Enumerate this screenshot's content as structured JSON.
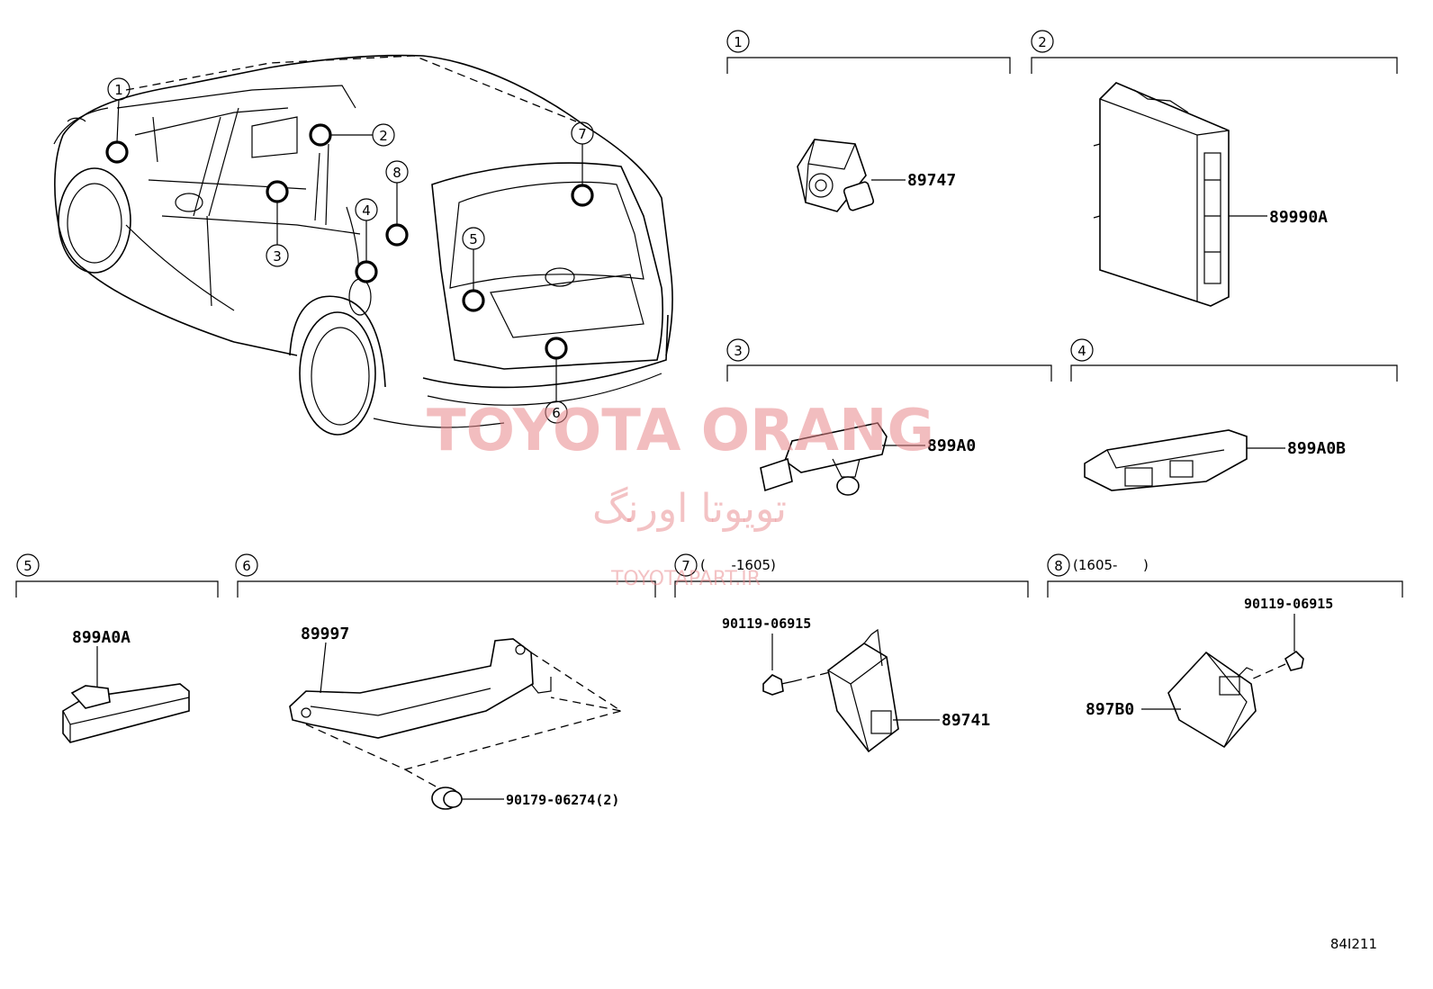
{
  "title": "",
  "diagram_code": "84I211",
  "watermark": {
    "brand": "TOYOTA ORANG",
    "persian": "تویوتا اورنگ",
    "url": "TOYOTAPART.IR"
  },
  "callouts": [
    "1",
    "2",
    "3",
    "4",
    "5",
    "6",
    "7",
    "8"
  ],
  "sections": [
    {
      "num": "1",
      "note": "",
      "parts": [
        "89747"
      ]
    },
    {
      "num": "2",
      "note": "",
      "parts": [
        "89990A"
      ]
    },
    {
      "num": "3",
      "note": "",
      "parts": [
        "899A0"
      ]
    },
    {
      "num": "4",
      "note": "",
      "parts": [
        "899A0B"
      ]
    },
    {
      "num": "5",
      "note": "",
      "parts": [
        "899A0A"
      ]
    },
    {
      "num": "6",
      "note": "",
      "parts": [
        "89997",
        "90179-06274(2)"
      ]
    },
    {
      "num": "7",
      "note": "(      -1605)",
      "parts": [
        "90119-06915",
        "89741"
      ]
    },
    {
      "num": "8",
      "note": "(1605-      )",
      "parts": [
        "90119-06915",
        "897B0"
      ]
    }
  ]
}
